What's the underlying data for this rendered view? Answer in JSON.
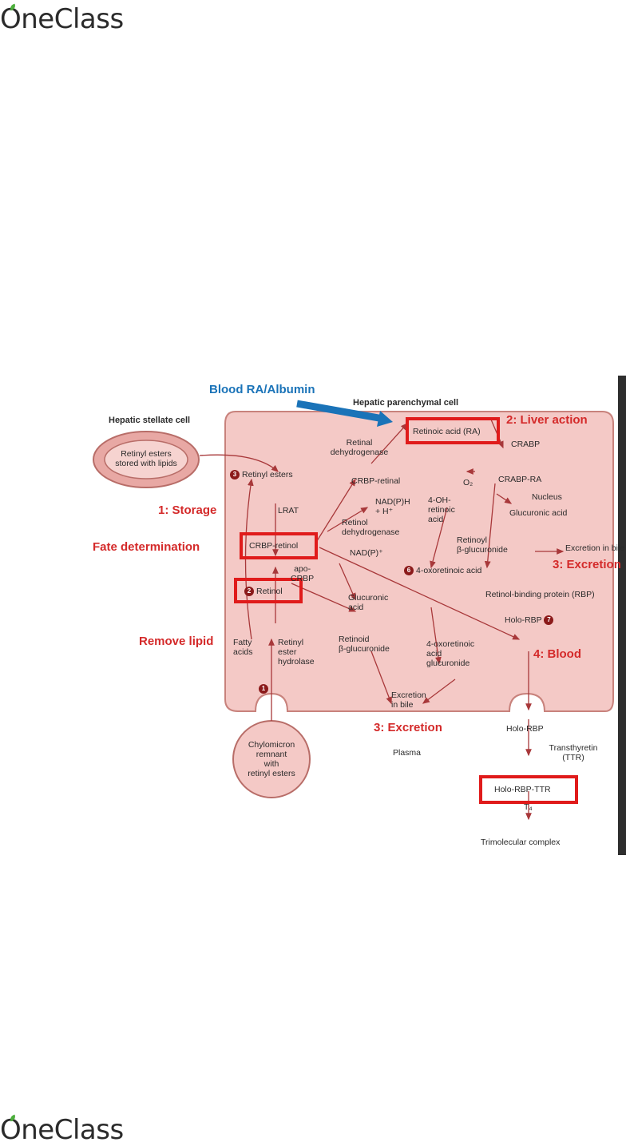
{
  "brand": {
    "logo_text": "OneClass"
  },
  "diagram": {
    "title_blue": "Blood RA/Albumin",
    "hepatic_parenchymal_cell": "Hepatic parenchymal cell",
    "hepatic_stellate_cell": "Hepatic stellate cell",
    "stellate_content": "Retinyl esters\nstored with lipids",
    "side_labels": {
      "storage": "1: Storage",
      "fate": "Fate determination",
      "remove_lipid": "Remove lipid",
      "liver_action": "2: Liver action",
      "excretion_right": "3: Excretion",
      "blood": "4: Blood",
      "excretion_bottom": "3: Excretion"
    },
    "nodes": {
      "retinyl_esters": "Retinyl esters",
      "lrat": "LRAT",
      "crbp_retinol": "CRBP-retinol",
      "apo_crbp": "apo-\nCRBP",
      "retinol": "Retinol",
      "fatty_acids": "Fatty\nacids",
      "retinyl_ester_hydrolase": "Retinyl\nester\nhydrolase",
      "retinal_dehydrogenase": "Retinal\ndehydrogenase",
      "retinoic_acid": "Retinoic acid (RA)",
      "crbp_retinal": "CRBP-retinal",
      "nadph": "NAD(P)H\n+ H⁺",
      "retinol_dehydrogenase": "Retinol\ndehydrogenase",
      "nadp": "NAD(P)⁺",
      "crabp": "CRABP",
      "o2": "O₂",
      "crabp_ra": "CRABP-RA",
      "nucleus": "Nucleus",
      "oh_retinoic": "4-OH-\nretinoic\nacid",
      "glucuronic_acid_right": "Glucuronic acid",
      "retinoyl_glucuronide": "Retinoyl\nβ-glucuronide",
      "excretion_bile_right": "Excretion in bile",
      "oxoretinoic_acid": "4-oxoretinoic acid",
      "glucuronic_acid_mid": "Glucuronic\nacid",
      "rbp": "Retinol-binding protein (RBP)",
      "holo_rbp": "Holo-RBP",
      "retinoid_glucuronide": "Retinoid\nβ-glucuronide",
      "oxo_glucuronide": "4-oxoretinoic\nacid\nglucuronide",
      "excretion_bile_bottom": "Excretion\nin bile",
      "plasma": "Plasma",
      "chylomicron": "Chylomicron\nremnant\nwith\nretinyl esters",
      "holo_rbp_plasma": "Holo-RBP",
      "transthyretin": "Transthyretin\n(TTR)",
      "holo_rbp_ttr": "Holo-RBP-TTR",
      "t4": "T₄",
      "trimolecular": "Trimolecular complex"
    },
    "step_numbers": [
      "1",
      "2",
      "3",
      "6",
      "7"
    ],
    "colors": {
      "cell_fill": "#f4c9c6",
      "cell_border": "#c8827c",
      "arrow": "#a8383a",
      "highlight": "#e01b1b",
      "label_red": "#d42a2a",
      "label_blue": "#1a73b8"
    }
  }
}
